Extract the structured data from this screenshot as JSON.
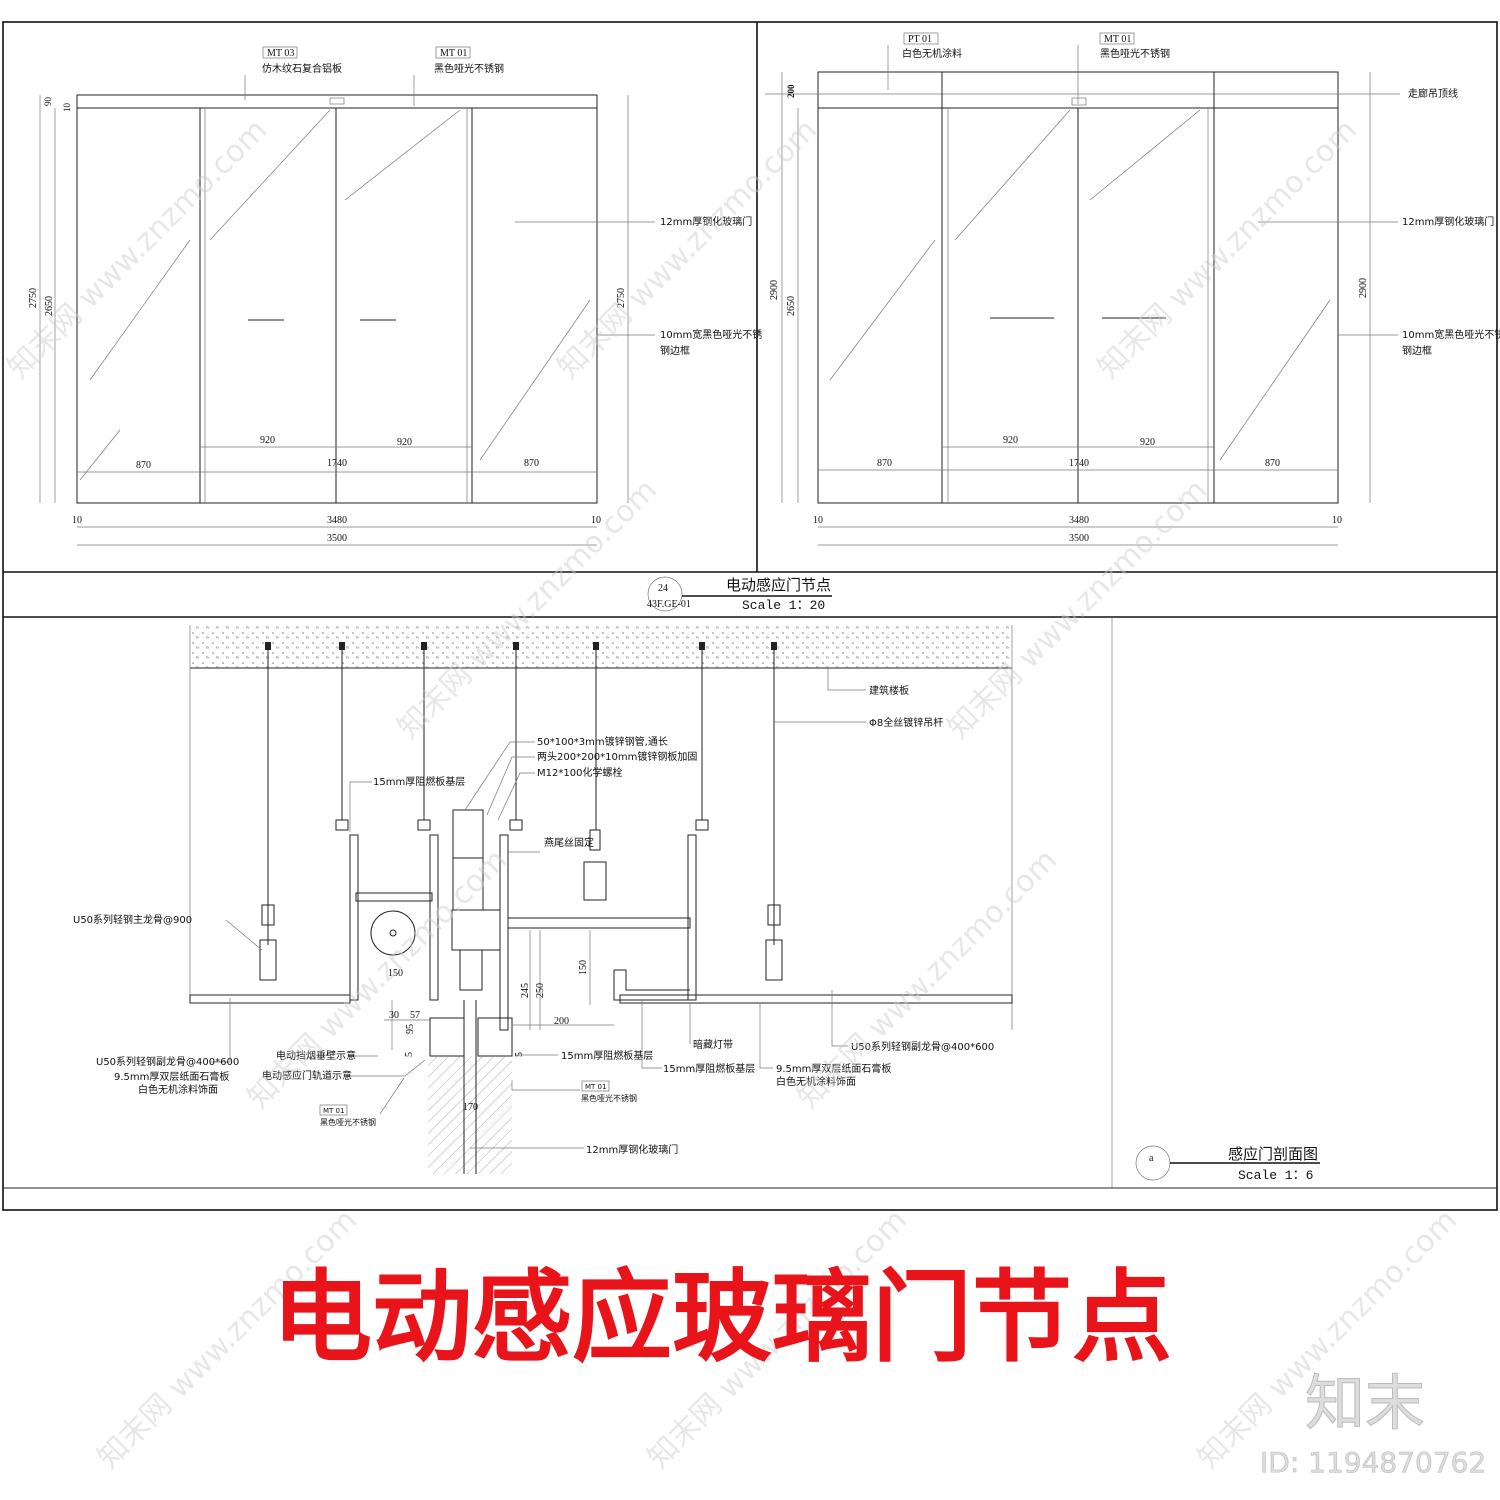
{
  "elevation_left": {
    "tags": [
      {
        "code": "MT 03",
        "label": "仿木纹石复合铝板"
      },
      {
        "code": "MT 01",
        "label": "黑色哑光不锈钢"
      }
    ],
    "callouts": [
      "12mm厚钢化玻璃门",
      "10mm宽黑色哑光不锈",
      "钢边框"
    ],
    "dims": {
      "top_a": "90",
      "top_b": "10",
      "h_total": "2750",
      "h_door": "2650",
      "h_right": "2750",
      "w1": "870",
      "w2": "920",
      "w3": "920",
      "w4": "870",
      "w_mid": "1740",
      "w_in": "3480",
      "w_total": "3500",
      "edge_l": "10",
      "edge_r": "10"
    }
  },
  "elevation_right": {
    "tags": [
      {
        "code": "PT 01",
        "label": "白色无机涂料"
      },
      {
        "code": "MT 01",
        "label": "黑色哑光不锈钢"
      }
    ],
    "callouts": [
      "走廊吊顶线",
      "12mm厚钢化玻璃门",
      "10mm宽黑色哑光不锈",
      "钢边框"
    ],
    "dims": {
      "top": "200",
      "h_total": "2900",
      "h_door": "2650",
      "h_right": "2900",
      "w1": "870",
      "w2": "920",
      "w3": "920",
      "w4": "870",
      "w_mid": "1740",
      "w_in": "3480",
      "w_total": "3500",
      "edge_l": "10",
      "edge_r": "10"
    }
  },
  "detail_title": {
    "number": "24",
    "ref": "43F.GE-01",
    "name": "电动感应门节点",
    "scale": "Scale  1：20"
  },
  "section": {
    "labels": {
      "slab": "建筑楼板",
      "rod": "Φ8全丝镀锌吊杆",
      "pipe": "50*100*3mm镀锌钢管,通长",
      "plate": "两头200*200*10mm镀锌钢板加固",
      "bolt": "M12*100化学螺栓",
      "fire_board_top": "15mm厚阻燃板基层",
      "dovetail": "燕尾丝固定",
      "main_keel": "U50系列轻钢主龙骨@900",
      "sub_keel_l": "U50系列轻钢副龙骨@400*600",
      "gypsum_l1": "9.5mm厚双层纸面石膏板",
      "gypsum_l2": "白色无机涂料饰面",
      "smoke": "电动挡烟垂壁示意",
      "track": "电动感应门轨道示意",
      "mt_code_l": "MT 01",
      "mt_label_l": "黑色哑光不锈钢",
      "fire_board_1": "15mm厚阻燃板基层",
      "fire_board_2": "15mm厚阻燃板基层",
      "mt_code_r": "MT 01",
      "mt_label_r": "黑色哑光不锈钢",
      "light": "暗藏灯带",
      "gypsum_r1": "9.5mm厚双层纸面石膏板",
      "gypsum_r2": "白色无机涂料饰面",
      "sub_keel_r": "U50系列轻钢副龙骨@400*600",
      "glass": "12mm厚钢化玻璃门"
    },
    "dims": {
      "d150a": "150",
      "d30": "30",
      "d57": "57",
      "d95": "95",
      "d5": "5",
      "d5b": "5",
      "d170": "170",
      "d245": "245",
      "d250": "250",
      "d200": "200",
      "d150b": "150"
    }
  },
  "section_title": {
    "letter": "a",
    "name": "感应门剖面图",
    "scale": "Scale  1：6"
  },
  "banner": "电动感应玻璃门节点",
  "logo": "知末",
  "id_text": "ID: 1194870762",
  "colors": {
    "banner": "#e8141a",
    "line": "#222222"
  }
}
